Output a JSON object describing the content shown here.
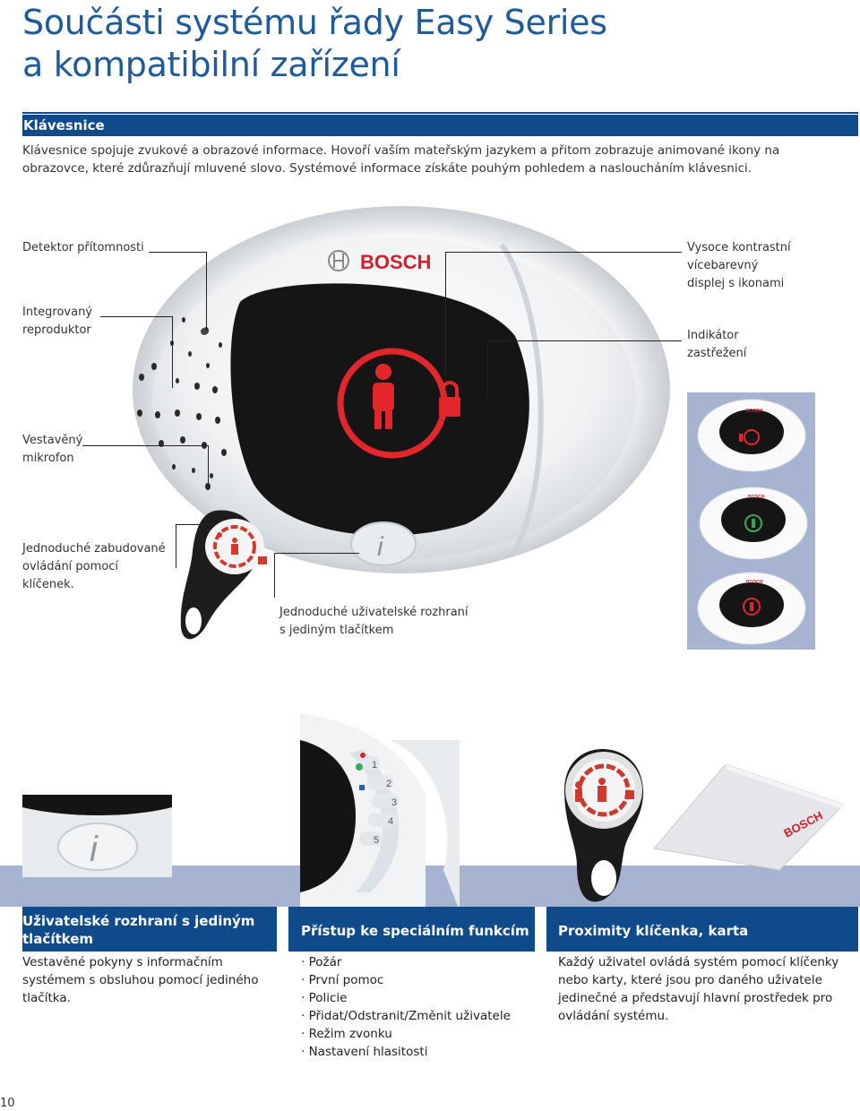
{
  "title_line1": "Součásti systému řady Easy Series",
  "title_line2": "a kompatibilní zařízení",
  "section": "Klávesnice",
  "intro": "Klávesnice spojuje zvukové a obrazové informace. Hovoří vaším mateřským jazykem a přitom zobrazuje animované ikony na obrazovce, které zdůrazňují mluvené slovo. Systémové informace získáte pouhým pohledem a nasloucháním klávesnici.",
  "logo": "BOSCH",
  "labels": {
    "detector": "Detektor přítomnosti",
    "display_1": "Vysoce kontrastní vícebarevný",
    "display_2": "displej s ikonami",
    "speaker_1": "Integrovaný",
    "speaker_2": "reproduktor",
    "indicator_1": "Indikátor",
    "indicator_2": "zastřežení",
    "mic_1": "Vestavěný",
    "mic_2": "mikrofon",
    "fob_1": "Jednoduché zabudované",
    "fob_2": "ovládání pomocí",
    "fob_3": "klíčenek.",
    "ui_1": "Jednoduché uživatelské rozhraní",
    "ui_2": "s jediným tlačítkem"
  },
  "keypad_menu": [
    "1",
    "2",
    "3",
    "4",
    "5"
  ],
  "columns": [
    {
      "heading_1": "Uživatelské rozhraní s jediným",
      "heading_2": "tlačítkem",
      "body": [
        "Vestavěné pokyny s informačním",
        "systémem s obsluhou pomocí jediného",
        "tlačítka."
      ]
    },
    {
      "heading": "Přístup ke speciálním funkcím",
      "items": [
        "· Požár",
        "· První pomoc",
        "· Policie",
        "· Přidat/Odstranit/Změnit uživatele",
        "· Režim zvonku",
        "· Nastavení hlasitosti"
      ]
    },
    {
      "heading": "Proximity klíčenka, karta",
      "body": [
        "Každý uživatel ovládá systém pomocí klíčenky",
        "nebo karty, které jsou pro daného uživatele",
        "jedinečné a představují hlavní prostředek pro",
        "ovládání systému."
      ]
    }
  ],
  "page_number": "10",
  "colors": {
    "brand_blue": "#0f4a8a",
    "title_blue": "#1f5a99",
    "panel_blue": "#a6b4d2",
    "bosch_red": "#d4202a",
    "icon_red": "#e3262c",
    "icon_green": "#2fae5a"
  }
}
